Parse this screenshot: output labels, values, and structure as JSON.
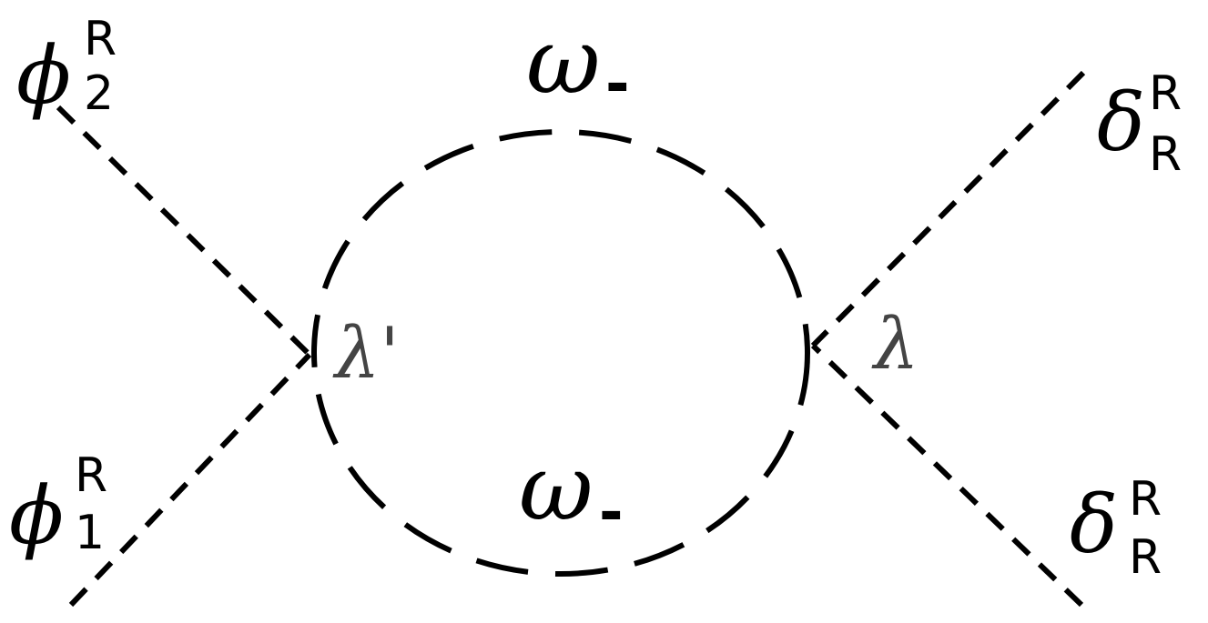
{
  "diagram": {
    "external_legs": {
      "top_left": {
        "symbol": "ϕ",
        "sup": "R",
        "sub": "2"
      },
      "bottom_left": {
        "symbol": "ϕ",
        "sup": "R",
        "sub": "1"
      },
      "top_right": {
        "symbol": "δ",
        "sup": "R",
        "sub": "R"
      },
      "bottom_right": {
        "symbol": "δ",
        "sup": "R",
        "sub": "R"
      }
    },
    "loop": {
      "top_label": {
        "symbol": "ω",
        "sub": "-"
      },
      "bottom_label": {
        "symbol": "ω",
        "sub": "-"
      }
    },
    "vertices": {
      "left": "λ'",
      "right": "λ"
    }
  }
}
